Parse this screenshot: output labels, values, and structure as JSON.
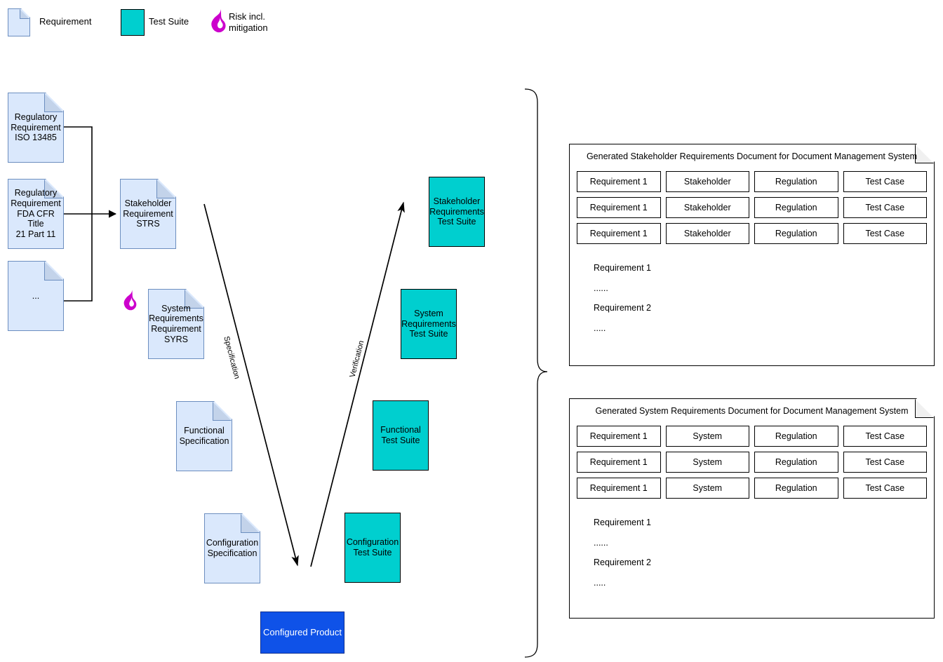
{
  "legend": {
    "items": [
      {
        "icon": "requirement-document-icon",
        "label": "Requirement"
      },
      {
        "icon": "test-suite-box-icon",
        "label": "Test Suite"
      },
      {
        "icon": "flame-risk-icon",
        "label": "Risk incl.\nmitigation"
      }
    ]
  },
  "colors": {
    "requirement_fill": "#dae8fc",
    "requirement_stroke": "#6c8ebf",
    "requirement_fold": "#c3d3ea",
    "test_suite_fill": "#00cfcf",
    "test_suite_stroke": "#000000",
    "product_fill": "#0f52e8",
    "product_text": "#ffffff",
    "risk_icon": "#cc00cc",
    "edge_stroke": "#000000"
  },
  "left_inputs": [
    {
      "name": "regulatory-requirement-iso",
      "label": "Regulatory\nRequirement\nISO 13485"
    },
    {
      "name": "regulatory-requirement-fda",
      "label": "Regulatory\nRequirement\nFDA CFR Title\n21 Part 11"
    },
    {
      "name": "regulatory-requirement-more",
      "label": "..."
    }
  ],
  "specification_branch": [
    {
      "name": "stakeholder-requirement-strs",
      "label": "Stakeholder\nRequirement\nSTRS"
    },
    {
      "name": "system-requirements-syrs",
      "label": "System\nRequirements\nRequirement\nSYRS"
    },
    {
      "name": "functional-specification",
      "label": "Functional\nSpecification"
    },
    {
      "name": "configuration-specification",
      "label": "Configuration\nSpecification"
    }
  ],
  "verification_branch": [
    {
      "name": "stakeholder-requirements-test-suite",
      "label": "Stakeholder\nRequirements\nTest Suite"
    },
    {
      "name": "system-requirements-test-suite",
      "label": "System\nRequirements\nTest Suite"
    },
    {
      "name": "functional-test-suite",
      "label": "Functional\nTest Suite"
    },
    {
      "name": "configuration-test-suite",
      "label": "Configuration\nTest Suite"
    }
  ],
  "product": {
    "name": "configured-product",
    "label": "Configured Product"
  },
  "edges": {
    "specification_label": "Specification",
    "verification_label": "Verification"
  },
  "generated_documents": [
    {
      "name": "generated-stakeholder-requirements-document",
      "title": "Generated Stakeholder Requirements Document for Document Management System",
      "rows": [
        [
          "Requirement 1",
          "Stakeholder",
          "Regulation",
          "Test Case"
        ],
        [
          "Requirement 1",
          "Stakeholder",
          "Regulation",
          "Test Case"
        ],
        [
          "Requirement 1",
          "Stakeholder",
          "Regulation",
          "Test Case"
        ]
      ],
      "body": [
        "Requirement 1",
        "......",
        "Requirement 2",
        "....."
      ]
    },
    {
      "name": "generated-system-requirements-document",
      "title": "Generated System Requirements Document for Document Management System",
      "rows": [
        [
          "Requirement 1",
          "System",
          "Regulation",
          "Test Case"
        ],
        [
          "Requirement 1",
          "System",
          "Regulation",
          "Test Case"
        ],
        [
          "Requirement 1",
          "System",
          "Regulation",
          "Test Case"
        ]
      ],
      "body": [
        "Requirement 1",
        "......",
        "Requirement 2",
        "....."
      ]
    }
  ]
}
